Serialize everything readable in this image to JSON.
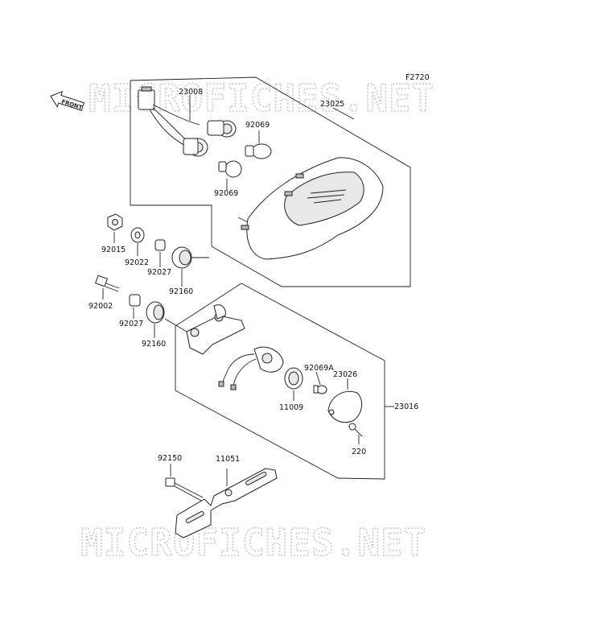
{
  "figure_code": "F2720",
  "front_label": "FRONT",
  "watermarks": [
    "MICROFICHES.NET",
    "MICROFICHES.NET"
  ],
  "parts": {
    "p23008": "23008",
    "p23025": "23025",
    "p92069_a": "92069",
    "p92069_b": "92069",
    "p92015": "92015",
    "p92022": "92022",
    "p92027_a": "92027",
    "p92160_a": "92160",
    "p92002": "92002",
    "p92027_b": "92027",
    "p92160_b": "92160",
    "p92069A": "92069A",
    "p23026": "23026",
    "p11009": "11009",
    "p23016": "23016",
    "p220": "220",
    "p92150": "92150",
    "p11051": "11051"
  }
}
